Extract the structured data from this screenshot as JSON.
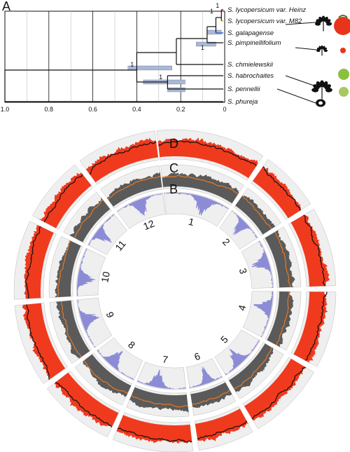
{
  "panel_labels": {
    "a": "A",
    "b": "B",
    "c": "C",
    "d": "D"
  },
  "tree": {
    "axis_ticks": [
      "1.0",
      "0.8",
      "0.6",
      "0.4",
      "0.2",
      "0"
    ],
    "species": [
      "S. lycopersicum var. Heinz",
      "S. lycopersicum var. M82",
      "S. galapagense",
      "S. pimpinellifolium",
      "S. chmielewskii",
      "S. habrochaites",
      "S. pennellii",
      "S. phureja"
    ],
    "support_labels": [
      "1",
      "1",
      "1",
      "1",
      "1"
    ]
  },
  "chromosomes": [
    "1",
    "2",
    "3",
    "4",
    "5",
    "6",
    "7",
    "8",
    "9",
    "10",
    "11",
    "12"
  ],
  "colors": {
    "tree_line": "#111111",
    "ci_bar": "#a9b8d6",
    "heinz_branch": "#cc2222",
    "m82_branch": "#e0c020",
    "galapagense_branch": "#3a6fd0",
    "ring_bg": "#efefef",
    "track_d_fill": "#f03a1e",
    "track_d_line": "#111111",
    "track_c_fill": "#5a5a5a",
    "track_c_line": "#f07a20",
    "track_b_fill": "#8c8cd6",
    "tomato_red": "#e8341a",
    "tomato_green": "#8bbf3f"
  }
}
